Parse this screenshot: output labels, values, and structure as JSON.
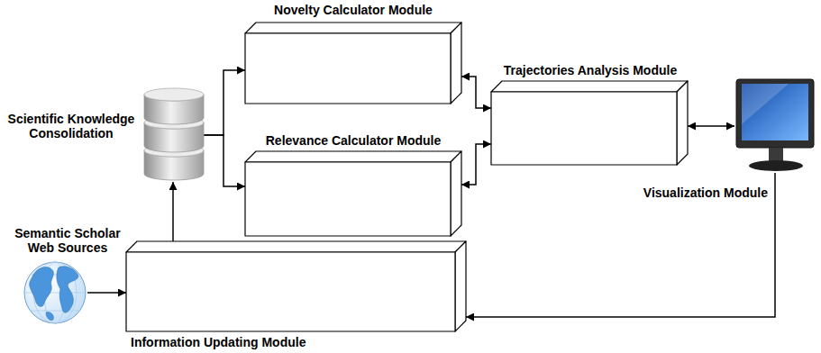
{
  "diagram": {
    "nodes": [
      {
        "text": [
          "Novelty Calculator Module"
        ]
      },
      {
        "text": [
          "Trajectories Analysis Module"
        ]
      },
      {
        "text": [
          "Scientific Knowledge Consolidation"
        ]
      },
      {
        "text": [
          "Relevance Calculator Module"
        ]
      },
      {
        "text": [
          "Visualization Module"
        ]
      },
      {
        "text": [
          "Semantic Scholar Web Sources"
        ]
      },
      {
        "text": [
          "Information Updating Module"
        ]
      }
    ],
    "edges": [
      {
        "from": 5,
        "to": 6,
        "arrow": "to"
      },
      {
        "from": 6,
        "to": 2,
        "arrow": "to"
      },
      {
        "from": 2,
        "to": 0,
        "arrow": "to"
      },
      {
        "from": 2,
        "to": 3,
        "arrow": "to"
      },
      {
        "from": 0,
        "to": 1,
        "arrow": "both"
      },
      {
        "from": 3,
        "to": 1,
        "arrow": "both"
      },
      {
        "from": 1,
        "to": 4,
        "arrow": "both"
      },
      {
        "from": 4,
        "to": 6,
        "arrow": "to"
      }
    ]
  }
}
